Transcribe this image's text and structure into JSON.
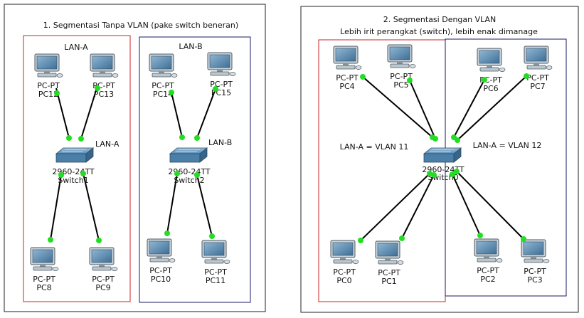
{
  "panels": [
    {
      "id": "left",
      "title": "1. Segmentasi Tanpa VLAN (pake switch beneran)",
      "subtitle": "",
      "zones": [
        {
          "id": "lana-left",
          "label": "LAN-A",
          "color": "#cc2222"
        },
        {
          "id": "lanb-left",
          "label": "LAN-B",
          "color": "#1a1a66"
        }
      ],
      "switches": [
        {
          "id": "sw1",
          "model": "2960-24TT",
          "name": "Switch1",
          "lan_label": "LAN-A"
        },
        {
          "id": "sw2",
          "model": "2960-24TT",
          "name": "Switch2",
          "lan_label": "LAN-B"
        }
      ],
      "pcs": [
        {
          "id": "PC12",
          "type": "PC-PT",
          "name": "PC12"
        },
        {
          "id": "PC13",
          "type": "PC-PT",
          "name": "PC13"
        },
        {
          "id": "PC8",
          "type": "PC-PT",
          "name": "PC8"
        },
        {
          "id": "PC9",
          "type": "PC-PT",
          "name": "PC9"
        },
        {
          "id": "PC14",
          "type": "PC-PT",
          "name": "PC14"
        },
        {
          "id": "PC15",
          "type": "PC-PT",
          "name": "PC15"
        },
        {
          "id": "PC10",
          "type": "PC-PT",
          "name": "PC10"
        },
        {
          "id": "PC11",
          "type": "PC-PT",
          "name": "PC11"
        }
      ],
      "links": [
        [
          "PC12",
          "sw1"
        ],
        [
          "PC13",
          "sw1"
        ],
        [
          "PC8",
          "sw1"
        ],
        [
          "PC9",
          "sw1"
        ],
        [
          "PC14",
          "sw2"
        ],
        [
          "PC15",
          "sw2"
        ],
        [
          "PC10",
          "sw2"
        ],
        [
          "PC11",
          "sw2"
        ]
      ]
    },
    {
      "id": "right",
      "title": "2. Segmentasi Dengan VLAN",
      "subtitle": "Lebih irit perangkat (switch), lebih enak dimanage",
      "zones": [
        {
          "id": "vlan11",
          "label": "LAN-A = VLAN 11",
          "color": "#cc2222"
        },
        {
          "id": "vlan12",
          "label": "LAN-A = VLAN 12",
          "color": "#1a1a66"
        }
      ],
      "switches": [
        {
          "id": "sw0",
          "model": "2960-24TT",
          "name": "Switch0",
          "lan_label": ""
        }
      ],
      "pcs": [
        {
          "id": "PC4",
          "type": "PC-PT",
          "name": "PC4"
        },
        {
          "id": "PC5",
          "type": "PC-PT",
          "name": "PC5"
        },
        {
          "id": "PC6",
          "type": "PC-PT",
          "name": "PC6"
        },
        {
          "id": "PC7",
          "type": "PC-PT",
          "name": "PC7"
        },
        {
          "id": "PC0",
          "type": "PC-PT",
          "name": "PC0"
        },
        {
          "id": "PC1",
          "type": "PC-PT",
          "name": "PC1"
        },
        {
          "id": "PC2",
          "type": "PC-PT",
          "name": "PC2"
        },
        {
          "id": "PC3",
          "type": "PC-PT",
          "name": "PC3"
        }
      ],
      "links": [
        [
          "PC4",
          "sw0"
        ],
        [
          "PC5",
          "sw0"
        ],
        [
          "PC6",
          "sw0"
        ],
        [
          "PC7",
          "sw0"
        ],
        [
          "PC0",
          "sw0"
        ],
        [
          "PC1",
          "sw0"
        ],
        [
          "PC2",
          "sw0"
        ],
        [
          "PC3",
          "sw0"
        ]
      ]
    }
  ],
  "colors": {
    "link": "#000000",
    "port": "#22dd22",
    "pc_screen": "#5f93b8",
    "switch_body": "#4a7fa8"
  }
}
